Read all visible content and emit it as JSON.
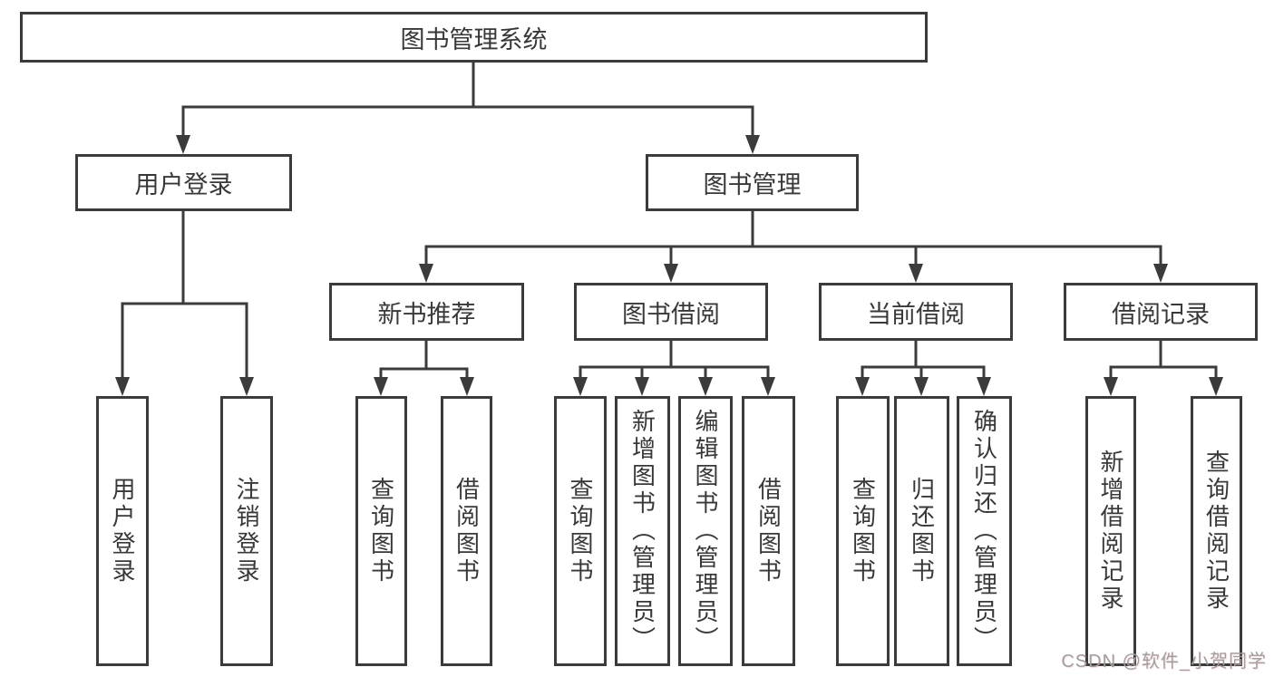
{
  "page": {
    "background": "#ffffff"
  },
  "diagram": {
    "line_color": "#3b3b3b",
    "text_color": "#383838",
    "nodes": {
      "root": {
        "label": "图书管理系统"
      },
      "user_login": {
        "label": "用户登录"
      },
      "book_mgmt": {
        "label": "图书管理"
      },
      "new_book_rec": {
        "label": "新书推荐"
      },
      "book_borrow": {
        "label": "图书借阅"
      },
      "current_borrow": {
        "label": "当前借阅"
      },
      "borrow_records": {
        "label": "借阅记录"
      },
      "leaf_user_login": {
        "label": "用户登录"
      },
      "leaf_logout": {
        "label": "注销登录"
      },
      "leaf_query_book_1": {
        "label": "查询图书"
      },
      "leaf_borrow_book_1": {
        "label": "借阅图书"
      },
      "leaf_query_book_2": {
        "label": "查询图书"
      },
      "leaf_add_book": {
        "label": "新增图书（管理员）"
      },
      "leaf_edit_book": {
        "label": "编辑图书（管理员）"
      },
      "leaf_borrow_book_2": {
        "label": "借阅图书"
      },
      "leaf_query_book_3": {
        "label": "查询图书"
      },
      "leaf_return_book": {
        "label": "归还图书"
      },
      "leaf_confirm_return": {
        "label": "确认归还（管理员）"
      },
      "leaf_add_record": {
        "label": "新增借阅记录"
      },
      "leaf_query_record": {
        "label": "查询借阅记录"
      }
    }
  },
  "watermark": {
    "text": "CSDN @软件_小贺同学",
    "color": "#9f9f9f"
  }
}
